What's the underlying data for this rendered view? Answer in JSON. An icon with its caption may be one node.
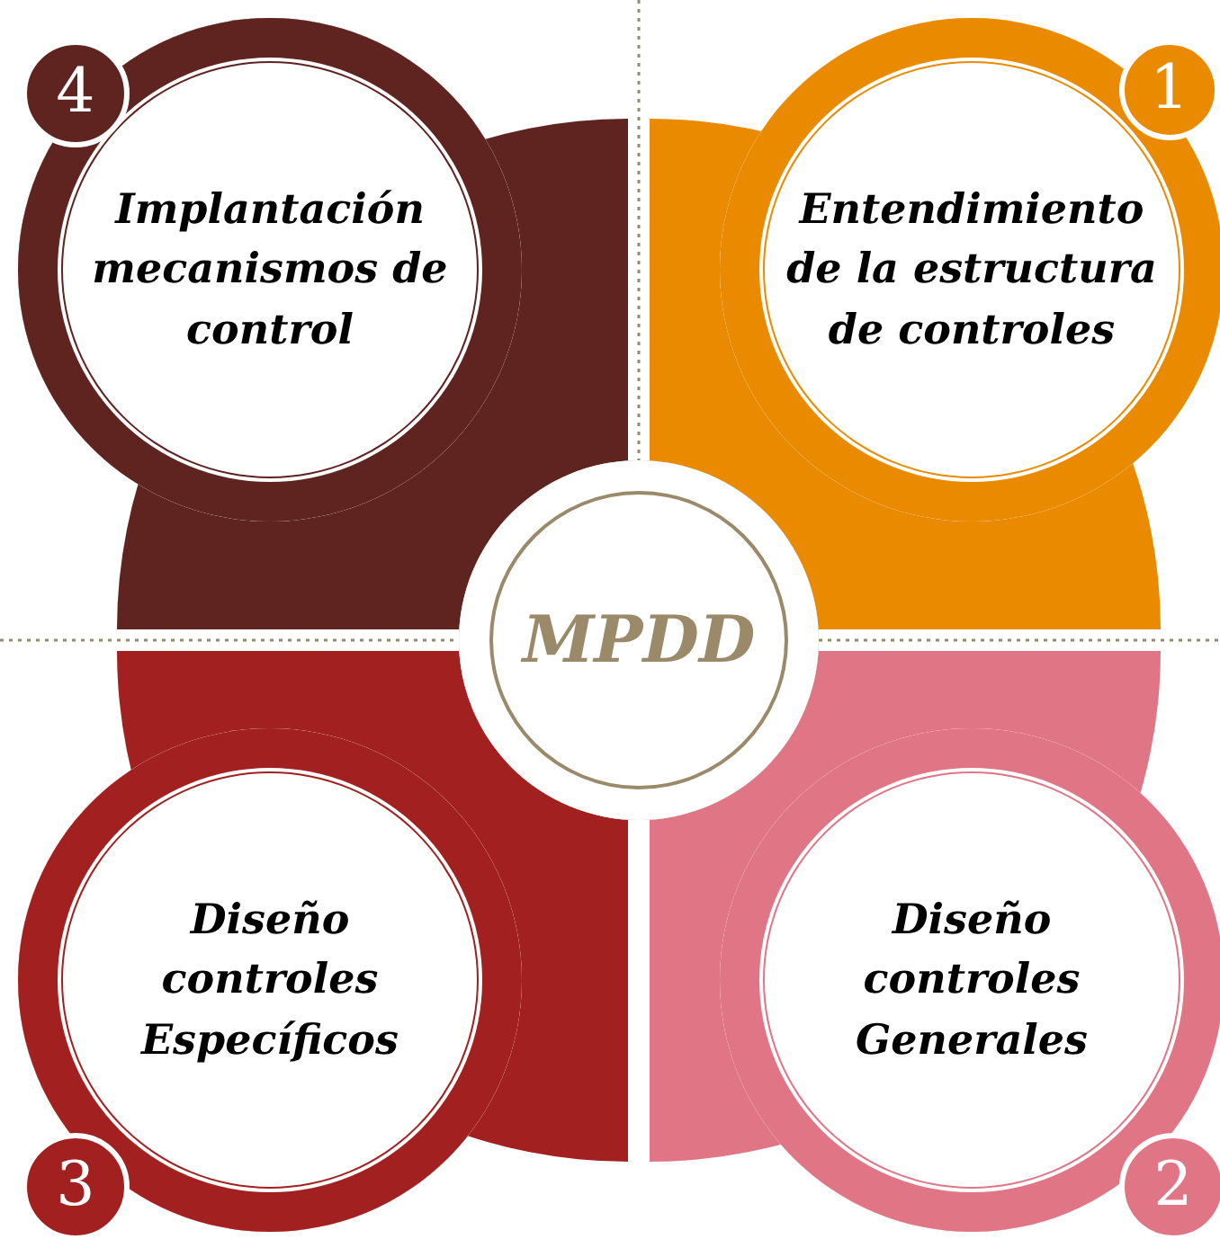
{
  "diagram": {
    "nodes": [
      {
        "text": [
          "4"
        ],
        "in": 1
      },
      {
        "text": [
          "Implantación mecanismos de control"
        ]
      },
      {
        "text": [
          "1"
        ],
        "in": 3
      },
      {
        "text": [
          "Entendimiento de la estructura de controles"
        ]
      },
      {
        "text": [
          "MPDD"
        ]
      },
      {
        "text": [
          "Diseño controles Específicos"
        ]
      },
      {
        "text": [
          "3"
        ],
        "in": 5
      },
      {
        "text": [
          "Diseño controles Generales"
        ]
      },
      {
        "text": [
          "2"
        ],
        "in": 7
      }
    ]
  }
}
